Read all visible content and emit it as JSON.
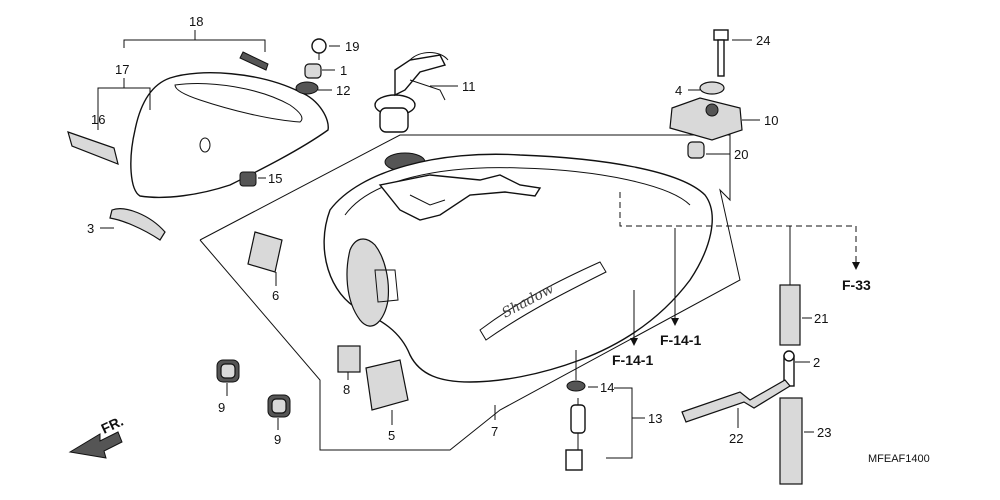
{
  "diagram": {
    "callouts": {
      "c1": "1",
      "c2": "2",
      "c3": "3",
      "c4": "4",
      "c5": "5",
      "c6": "6",
      "c7": "7",
      "c8": "8",
      "c9a": "9",
      "c9b": "9",
      "c10": "10",
      "c11": "11",
      "c12": "12",
      "c13": "13",
      "c14": "14",
      "c15": "15",
      "c16": "16",
      "c17": "17",
      "c18": "18",
      "c19": "19",
      "c20": "20",
      "c21": "21",
      "c22": "22",
      "c23": "23",
      "c24": "24"
    },
    "references": {
      "f33": "F-33",
      "f141a": "F-14-1",
      "f141b": "F-14-1"
    },
    "direction_label": "FR.",
    "diagram_code": "MFEAF1400",
    "tank_emblem_text": "Shadow"
  }
}
